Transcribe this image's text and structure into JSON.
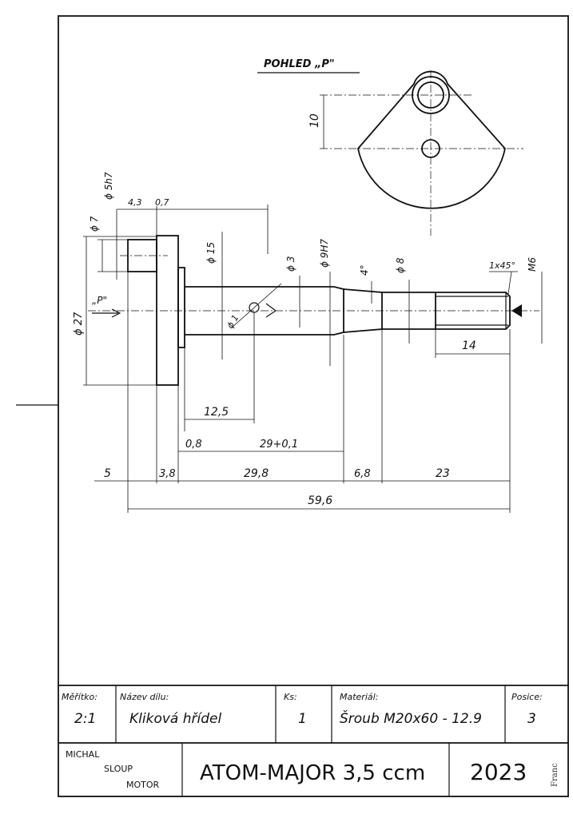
{
  "view": {
    "title": "POHLED „P\"",
    "dim_10": "10"
  },
  "dims": {
    "d_5h7": "ϕ 5h7",
    "d_7": "ϕ 7",
    "len_4_3": "4,3",
    "len_0_7": "0,7",
    "d_15": "ϕ 15",
    "d_3": "ϕ 3",
    "d_9h7": "ϕ 9H7",
    "angle_4": "4°",
    "d_8": "ϕ 8",
    "chamfer": "1x45°",
    "m6": "M6",
    "d_27": "ϕ 27",
    "view_marker": "„P\"",
    "d_1": "ϕ 1",
    "len_14": "14",
    "len_12_5": "12,5",
    "len_0_8": "0,8",
    "len_29": "29+0,1",
    "len_5": "5",
    "len_3_8": "3,8",
    "len_29_8": "29,8",
    "len_6_8": "6,8",
    "len_23": "23",
    "len_59_6": "59,6"
  },
  "title_block": {
    "scale_label": "Měřítko:",
    "scale_value": "2:1",
    "part_name_label": "Název dílu:",
    "part_name_value": "Kliková hřídel",
    "qty_label": "Ks:",
    "qty_value": "1",
    "material_label": "Materiál:",
    "material_value": "Šroub M20x60 - 12.9",
    "position_label": "Posice:",
    "position_value": "3",
    "author_line1": "MICHAL",
    "author_line2": "SLOUP",
    "author_line3": "MOTOR",
    "project_title": "ATOM-MAJOR 3,5 ccm",
    "year": "2023",
    "signature": "Franc"
  }
}
